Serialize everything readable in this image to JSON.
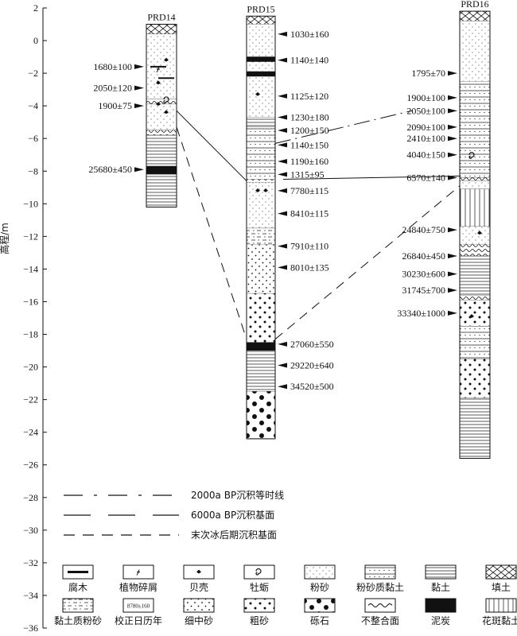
{
  "y_axis": {
    "label": "高程/m",
    "range": [
      -36,
      2
    ],
    "ticks": [
      2,
      0,
      -2,
      -4,
      -6,
      -8,
      -10,
      -12,
      -14,
      -16,
      -18,
      -20,
      -22,
      -24,
      -26,
      -28,
      -30,
      -32,
      -34,
      -36
    ]
  },
  "columns": [
    {
      "id": "PRD14",
      "label": "PRD14",
      "top_m": 1,
      "bottom_m": -10.2,
      "layers": [
        {
          "from": 1,
          "to": 0.4,
          "type": "fill"
        },
        {
          "from": 0.4,
          "to": -3.6,
          "type": "silt"
        },
        {
          "from": -3.6,
          "to": -3.9,
          "type": "unconformity"
        },
        {
          "from": -3.9,
          "to": -5.5,
          "type": "silt"
        },
        {
          "from": -5.5,
          "to": -5.8,
          "type": "unconformity"
        },
        {
          "from": -5.8,
          "to": -7.7,
          "type": "clay"
        },
        {
          "from": -7.7,
          "to": -8.2,
          "type": "peat"
        },
        {
          "from": -8.2,
          "to": -10.2,
          "type": "clay"
        }
      ],
      "symbols": [
        {
          "m": -1.8,
          "type": "plant"
        },
        {
          "m": -1.2,
          "type": "shell"
        },
        {
          "m": -2.6,
          "type": "shell"
        },
        {
          "m": -3.6,
          "type": "oyster"
        },
        {
          "m": -3.9,
          "type": "shell"
        },
        {
          "m": -4.4,
          "type": "shell"
        },
        {
          "m": -1.6,
          "type": "wood"
        },
        {
          "m": -2.3,
          "type": "wood"
        }
      ],
      "dates": [
        {
          "text": "1680±100",
          "m": -1.6
        },
        {
          "text": "2050±120",
          "m": -2.9
        },
        {
          "text": "1900±75",
          "m": -4
        },
        {
          "text": "25680±450",
          "m": -7.9
        }
      ]
    },
    {
      "id": "PRD15",
      "label": "PRD15",
      "top_m": 1.5,
      "bottom_m": -24.4,
      "layers": [
        {
          "from": 1.5,
          "to": 1,
          "type": "fill"
        },
        {
          "from": 1,
          "to": -1,
          "type": "silt"
        },
        {
          "from": -1,
          "to": -1.3,
          "type": "peat"
        },
        {
          "from": -1.3,
          "to": -1.9,
          "type": "silt"
        },
        {
          "from": -1.9,
          "to": -2.2,
          "type": "peat"
        },
        {
          "from": -2.2,
          "to": -4.7,
          "type": "silt"
        },
        {
          "from": -4.7,
          "to": -5.3,
          "type": "clay"
        },
        {
          "from": -5.3,
          "to": -8.5,
          "type": "silty_clay"
        },
        {
          "from": -8.5,
          "to": -8.7,
          "type": "unconformity"
        },
        {
          "from": -8.7,
          "to": -11.5,
          "type": "silt"
        },
        {
          "from": -11.5,
          "to": -12.5,
          "type": "clayey_silt"
        },
        {
          "from": -12.5,
          "to": -15.5,
          "type": "fine_medium_sand"
        },
        {
          "from": -15.5,
          "to": -18.5,
          "type": "coarse_sand"
        },
        {
          "from": -18.5,
          "to": -19,
          "type": "peat"
        },
        {
          "from": -19,
          "to": -21.5,
          "type": "clay"
        },
        {
          "from": -21.5,
          "to": -24.4,
          "type": "gravel"
        }
      ],
      "symbols": [
        {
          "m": -3.3,
          "type": "shell"
        },
        {
          "m": -9.2,
          "type": "shell"
        },
        {
          "m": -9.2,
          "type": "shell"
        }
      ],
      "dates": [
        {
          "text": "1030±160",
          "m": 0.4
        },
        {
          "text": "1140±140",
          "m": -1.2
        },
        {
          "text": "1125±120",
          "m": -3.4
        },
        {
          "text": "1230±180",
          "m": -4.7
        },
        {
          "text": "1200±150",
          "m": -5.5
        },
        {
          "text": "1140±150",
          "m": -6.4
        },
        {
          "text": "1190±160",
          "m": -7.4
        },
        {
          "text": "1315±95",
          "m": -8.2
        },
        {
          "text": "7780±115",
          "m": -9.2
        },
        {
          "text": "8410±115",
          "m": -10.6
        },
        {
          "text": "7910±110",
          "m": -12.6
        },
        {
          "text": "8010±135",
          "m": -13.9
        },
        {
          "text": "27060±550",
          "m": -18.6
        },
        {
          "text": "29220±640",
          "m": -19.9
        },
        {
          "text": "34520±500",
          "m": -21.2
        }
      ]
    },
    {
      "id": "PRD16",
      "label": "PRD16",
      "top_m": 1.8,
      "bottom_m": -25.6,
      "layers": [
        {
          "from": 1.8,
          "to": 1.2,
          "type": "fill"
        },
        {
          "from": 1.2,
          "to": -2.5,
          "type": "silt"
        },
        {
          "from": -2.5,
          "to": -8.4,
          "type": "silty_clay"
        },
        {
          "from": -8.4,
          "to": -8.6,
          "type": "unconformity"
        },
        {
          "from": -8.6,
          "to": -9.1,
          "type": "silt"
        },
        {
          "from": -9.1,
          "to": -11.4,
          "type": "mottled_clay"
        },
        {
          "from": -11.4,
          "to": -12.5,
          "type": "silt"
        },
        {
          "from": -12.5,
          "to": -13.2,
          "type": "unconformity"
        },
        {
          "from": -13.2,
          "to": -15.6,
          "type": "clay"
        },
        {
          "from": -15.6,
          "to": -15.9,
          "type": "unconformity"
        },
        {
          "from": -15.9,
          "to": -17.5,
          "type": "coarse_sand"
        },
        {
          "from": -17.5,
          "to": -19.5,
          "type": "silty_clay"
        },
        {
          "from": -19.5,
          "to": -21.9,
          "type": "coarse_sand"
        },
        {
          "from": -21.9,
          "to": -25.6,
          "type": "clay"
        }
      ],
      "symbols": [
        {
          "m": -7,
          "type": "oyster"
        },
        {
          "m": -11.8,
          "type": "shell"
        },
        {
          "m": -16.9,
          "type": "shell"
        }
      ],
      "dates": [
        {
          "text": "1795±70",
          "m": -2
        },
        {
          "text": "1900±100",
          "m": -3.5
        },
        {
          "text": "2050±100",
          "m": -4.3
        },
        {
          "text": "2090±100",
          "m": -5.3
        },
        {
          "text": "2410±100",
          "m": -6
        },
        {
          "text": "4040±150",
          "m": -7
        },
        {
          "text": "6570±140",
          "m": -8.4
        },
        {
          "text": "24840±750",
          "m": -11.6
        },
        {
          "text": "26840±450",
          "m": -13.2
        },
        {
          "text": "30230±600",
          "m": -14.3
        },
        {
          "text": "31745±700",
          "m": -15.3
        },
        {
          "text": "33340±1000",
          "m": -16.7
        }
      ]
    }
  ],
  "correlation_lines": {
    "isochron_2000a": [
      [
        -4.3,
        -4.3
      ]
    ],
    "base_6000a": [
      [
        -8.5,
        -8.3
      ]
    ],
    "postglacial_base": [
      [
        -5.3,
        -18.3,
        -8.9
      ]
    ]
  },
  "line_legend": [
    {
      "style": "dash_dot",
      "label": "2000a BP沉积等时线"
    },
    {
      "style": "long_dash",
      "label": "6000a BP沉积基面"
    },
    {
      "style": "dashed",
      "label": "末次冰后期沉积基面"
    }
  ],
  "lithology_legend": [
    {
      "key": "wood",
      "label": "腐木"
    },
    {
      "key": "plant",
      "label": "植物碎屑"
    },
    {
      "key": "shell",
      "label": "贝壳"
    },
    {
      "key": "oyster",
      "label": "牡蛎"
    },
    {
      "key": "silt",
      "label": "粉砂"
    },
    {
      "key": "silty_clay",
      "label": "粉砂质黏土"
    },
    {
      "key": "clay",
      "label": "黏土"
    },
    {
      "key": "fill",
      "label": "填土"
    },
    {
      "key": "clayey_silt",
      "label": "黏土质粉砂"
    },
    {
      "key": "calibrated",
      "label": "校正日历年",
      "sample": "8780±160"
    },
    {
      "key": "fine_medium_sand",
      "label": "细中砂"
    },
    {
      "key": "coarse_sand",
      "label": "粗砂"
    },
    {
      "key": "gravel",
      "label": "砾石"
    },
    {
      "key": "unconformity",
      "label": "不整合面"
    },
    {
      "key": "peat",
      "label": "泥炭"
    },
    {
      "key": "mottled_clay",
      "label": "花斑黏土"
    }
  ],
  "colors": {
    "ink": "#111111",
    "peat": "#111111",
    "background": "#ffffff"
  }
}
